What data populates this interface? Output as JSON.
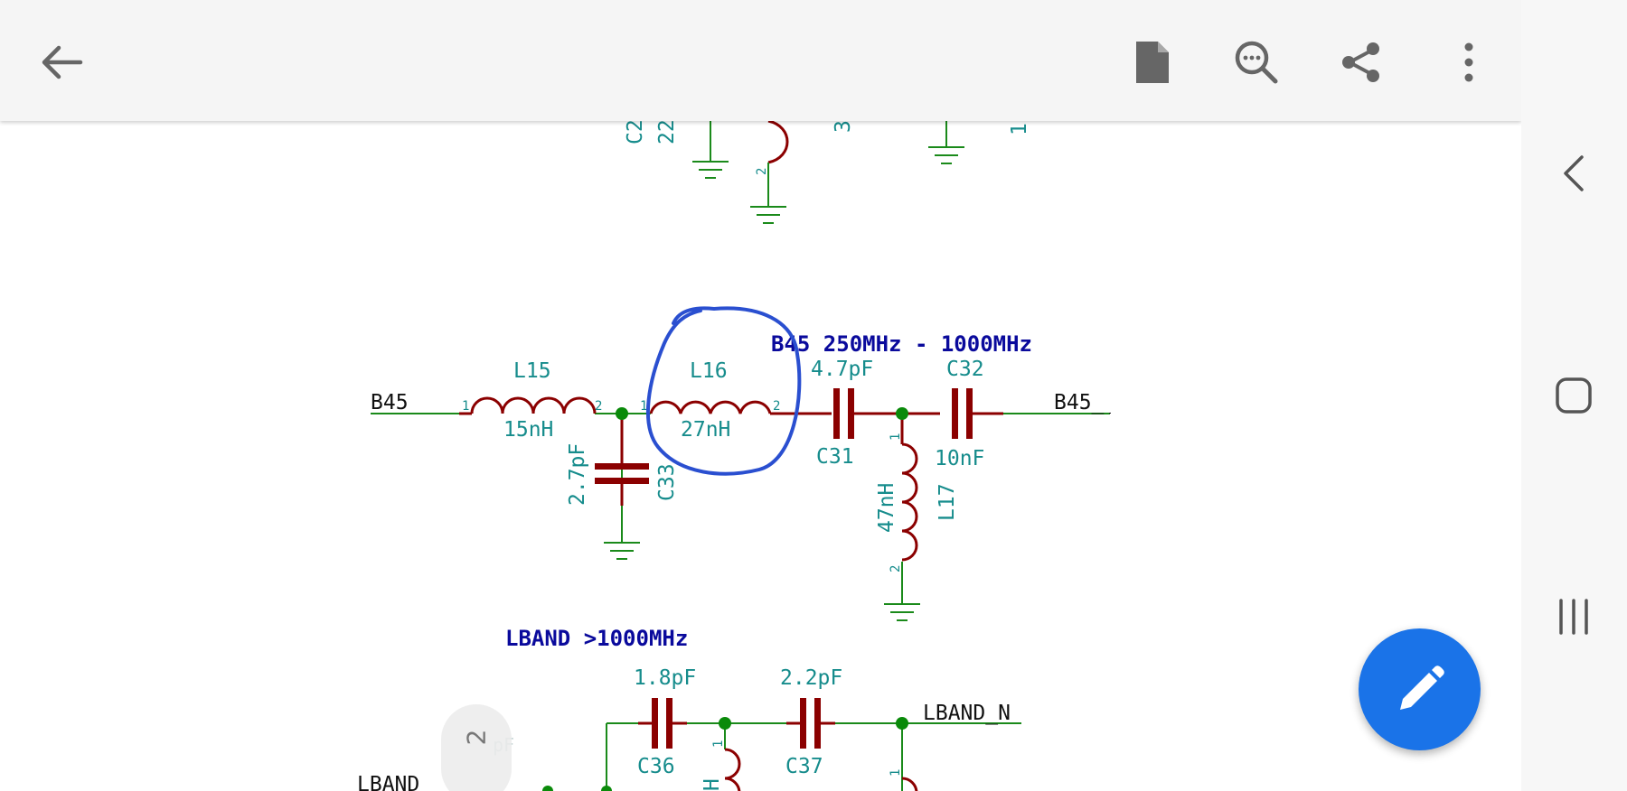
{
  "colors": {
    "toolbar_bg": "#f5f5f5",
    "icon_gray": "#666666",
    "wire_green": "#1a8a1a",
    "component_red": "#8b0000",
    "label_teal": "#168c8c",
    "title_blue": "#0a0a9c",
    "annotation_blue": "#2a4fd0",
    "fab_blue": "#1a73e8"
  },
  "toolbar": {
    "back_icon": "arrow-left-icon",
    "document_icon": "document-icon",
    "search_icon": "search-icon",
    "share_icon": "share-icon",
    "more_icon": "more-vert-icon"
  },
  "schematic": {
    "top_partial": {
      "cap_label_a": "C2",
      "cap_label_b": "22",
      "pin": "2",
      "partial_a": "3",
      "partial_b": "1"
    },
    "b45": {
      "title": "B45 250MHz - 1000MHz",
      "input_net": "B45",
      "output_net": "B45_",
      "l15": {
        "ref": "L15",
        "value": "15nH",
        "pin1": "1",
        "pin2": "2"
      },
      "l16": {
        "ref": "L16",
        "value": "27nH",
        "pin1": "1",
        "pin2": "2"
      },
      "c33": {
        "ref": "C33",
        "value": "2.7pF"
      },
      "c31": {
        "ref": "C31",
        "value": "4.7pF"
      },
      "c32": {
        "ref": "C32",
        "value": "10nF"
      },
      "l17": {
        "ref": "L17",
        "value": "47nH",
        "pin1": "1",
        "pin2": "2"
      }
    },
    "lband": {
      "title": "LBAND >1000MHz",
      "input_net": "LBAND",
      "output_net": "LBAND_N",
      "c36": {
        "ref": "C36",
        "value": "1.8pF"
      },
      "c37": {
        "ref": "C37",
        "value": "2.2pF"
      },
      "pin_a": "1",
      "pin_b": "1",
      "partial_label": "H",
      "partial_value": "pF"
    }
  },
  "page_indicator": "2",
  "fab": {
    "icon": "pencil-icon"
  },
  "nav": {
    "back_icon": "chevron-left-icon",
    "home_icon": "home-square-icon",
    "recents_icon": "recents-icon"
  }
}
